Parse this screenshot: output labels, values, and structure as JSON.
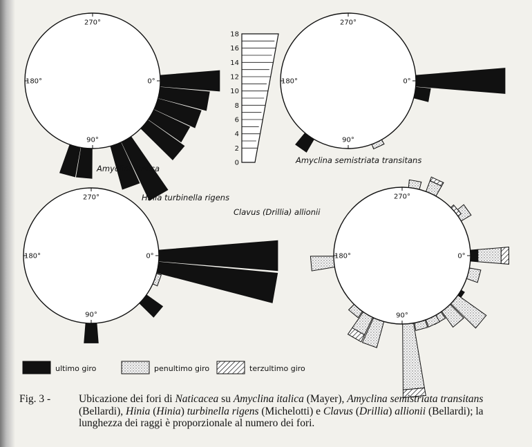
{
  "chart_data": [
    {
      "type": "polar-bar",
      "title": "Amyclina italica",
      "angle_labels": [
        "0°",
        "90°",
        "180°",
        "270°"
      ],
      "series": [
        {
          "name": "ultimo giro",
          "bars": [
            [
              0,
              12
            ],
            [
              10,
              10
            ],
            [
              20,
              9
            ],
            [
              30,
              8
            ],
            [
              40,
              9
            ],
            [
              60,
              13
            ],
            [
              70,
              9
            ],
            [
              95,
              6
            ],
            [
              105,
              6
            ]
          ]
        }
      ]
    },
    {
      "type": "polar-bar",
      "title": "Amyclina semistriata transitans",
      "angle_labels": [
        "0°",
        "90°",
        "180°",
        "270°"
      ],
      "series": [
        {
          "name": "ultimo giro",
          "bars": [
            [
              0,
              18
            ],
            [
              10,
              3
            ],
            [
              125,
              3
            ]
          ]
        },
        {
          "name": "penultimo giro",
          "bars": [
            [
              65,
              1
            ]
          ]
        }
      ]
    },
    {
      "type": "polar-bar",
      "title": "Hinia turbinella rigens",
      "angle_labels": [
        "0°",
        "90°",
        "180°",
        "270°"
      ],
      "series": [
        {
          "name": "ultimo giro",
          "bars": [
            [
              0,
              24
            ],
            [
              10,
              24
            ],
            [
              40,
              4
            ],
            [
              90,
              4
            ]
          ]
        },
        {
          "name": "penultimo giro",
          "bars": [
            [
              20,
              1
            ]
          ]
        }
      ]
    },
    {
      "type": "polar-bar",
      "title": "Clavus (Drillia) allionii",
      "angle_labels": [
        "0°",
        "90°",
        "180°",
        "270°"
      ],
      "series": [
        {
          "name": "ultimo giro",
          "bars": [
            [
              0,
              2
            ],
            [
              35,
              1
            ]
          ]
        },
        {
          "name": "penultimo giro",
          "bars": [
            [
              0,
              6
            ],
            [
              15,
              3
            ],
            [
              40,
              9
            ],
            [
              50,
              5
            ],
            [
              60,
              2
            ],
            [
              65,
              2
            ],
            [
              75,
              2
            ],
            [
              85,
              17
            ],
            [
              110,
              7
            ],
            [
              120,
              5
            ],
            [
              130,
              2
            ],
            [
              175,
              6
            ],
            [
              280,
              2
            ],
            [
              295,
              3
            ],
            [
              325,
              3
            ]
          ]
        },
        {
          "name": "terzultimo giro",
          "bars": [
            [
              0,
              2
            ],
            [
              85,
              2
            ],
            [
              120,
              2
            ],
            [
              295,
              1
            ],
            [
              320,
              1
            ]
          ]
        }
      ]
    },
    {
      "type": "scale",
      "ticks": [
        "0",
        "2",
        "4",
        "6",
        "8",
        "10",
        "12",
        "14",
        "16",
        "18"
      ]
    }
  ],
  "legend": [
    {
      "label": "ultimo giro",
      "pattern": "solid"
    },
    {
      "label": "penultimo giro",
      "pattern": "stipple"
    },
    {
      "label": "terzultimo giro",
      "pattern": "hatch"
    }
  ],
  "caption": {
    "prefix": "Fig. 3 -",
    "parts": [
      {
        "t": "Ubicazione dei fori di ",
        "i": false
      },
      {
        "t": "Naticacea",
        "i": true
      },
      {
        "t": " su ",
        "i": false
      },
      {
        "t": "Amyclina italica",
        "i": true
      },
      {
        "t": " (Mayer), ",
        "i": false
      },
      {
        "t": "Amyclina semistriata transitans",
        "i": true
      },
      {
        "t": " (Bellardi), ",
        "i": false
      },
      {
        "t": "Hinia",
        "i": true
      },
      {
        "t": " (",
        "i": false
      },
      {
        "t": "Hinia",
        "i": true
      },
      {
        "t": ") ",
        "i": false
      },
      {
        "t": "turbinella rigens",
        "i": true
      },
      {
        "t": " (Michelotti) e ",
        "i": false
      },
      {
        "t": "Clavus",
        "i": true
      },
      {
        "t": " (",
        "i": false
      },
      {
        "t": "Drillia",
        "i": true
      },
      {
        "t": ") ",
        "i": false
      },
      {
        "t": "allionii",
        "i": true
      },
      {
        "t": " (Bellardi); la lunghezza dei raggi è proporzionale al numero dei fori.",
        "i": false
      }
    ]
  },
  "colors": {
    "ink": "#111111",
    "paper": "#f2f1ec",
    "stipple": "#c8c8c8"
  }
}
